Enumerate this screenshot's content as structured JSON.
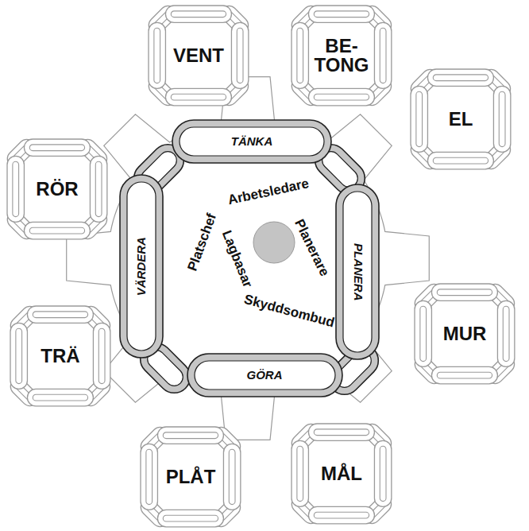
{
  "diagram": {
    "nodes": [
      {
        "text": [
          "VENT"
        ]
      },
      {
        "text": [
          "BE- TONG"
        ]
      },
      {
        "text": [
          "EL"
        ]
      },
      {
        "text": [
          "MUR"
        ]
      },
      {
        "text": [
          "MÅL"
        ]
      },
      {
        "text": [
          "PLÅT"
        ]
      },
      {
        "text": [
          "TRÄ"
        ]
      },
      {
        "text": [
          "RÖR"
        ]
      },
      {
        "text": [
          "TÄNKA"
        ]
      },
      {
        "text": [
          "PLANERA"
        ]
      },
      {
        "text": [
          "GÖRA"
        ]
      },
      {
        "text": [
          "VÄRDERA"
        ]
      }
    ],
    "labels": [
      "Platschef",
      "Arbetsledare",
      "Planerare",
      "Skyddsombud",
      "Lagbasar"
    ]
  }
}
